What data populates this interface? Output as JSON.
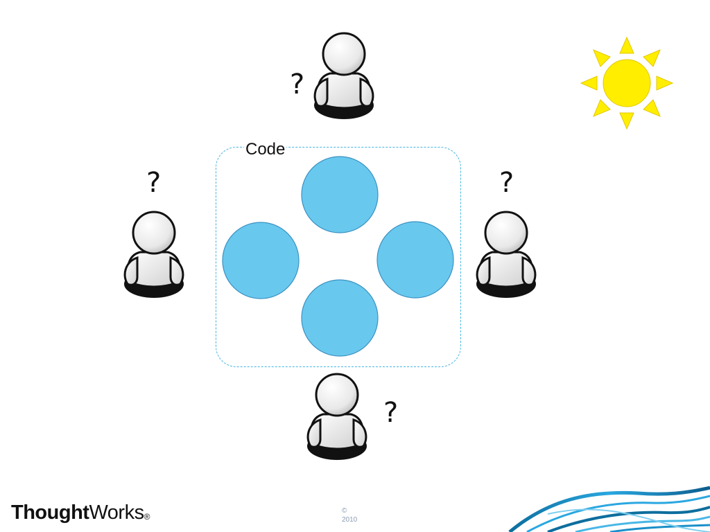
{
  "diagram": {
    "code_label": "Code",
    "question_mark": "?",
    "modules": 4,
    "people": 4
  },
  "footer": {
    "logo_bold": "Thought",
    "logo_regular": "Works",
    "logo_reg_mark": "®",
    "copyright_symbol": "©",
    "copyright_year": "2010"
  },
  "colors": {
    "module_fill": "#69c8ee",
    "module_stroke": "#3a92c2",
    "code_border": "#46b4e0",
    "sun": "#ffee00",
    "swoosh": "#1a8fc9"
  }
}
